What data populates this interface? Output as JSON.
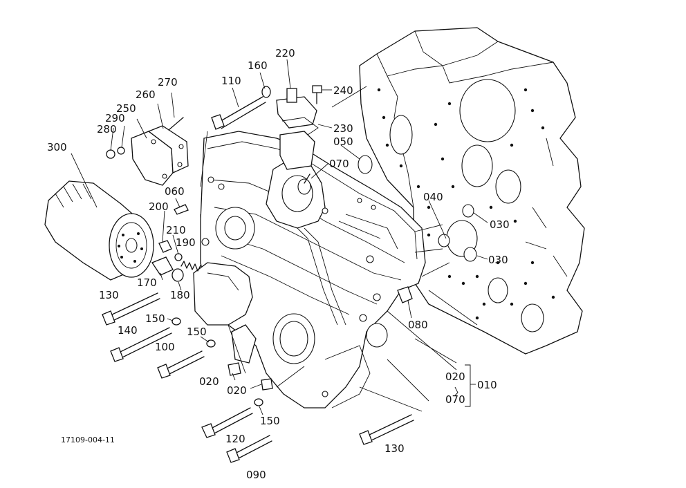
{
  "drawing_code": "17109-004-11",
  "labels": {
    "p010": "010",
    "p020a": "020",
    "p020b": "020",
    "p020c": "020",
    "p030a": "030",
    "p030b": "030",
    "p040": "040",
    "p050": "050",
    "p060": "060",
    "p070a": "070",
    "p070b": "070",
    "p080": "080",
    "p090": "090",
    "p100": "100",
    "p110": "110",
    "p120": "120",
    "p130a": "130",
    "p130b": "130",
    "p140": "140",
    "p150a": "150",
    "p150b": "150",
    "p150c": "150",
    "p160": "160",
    "p170": "170",
    "p180": "180",
    "p190": "190",
    "p200": "200",
    "p210": "210",
    "p220": "220",
    "p230": "230",
    "p240": "240",
    "p250": "250",
    "p260": "260",
    "p270": "270",
    "p280": "280",
    "p290": "290",
    "p300": "300"
  }
}
